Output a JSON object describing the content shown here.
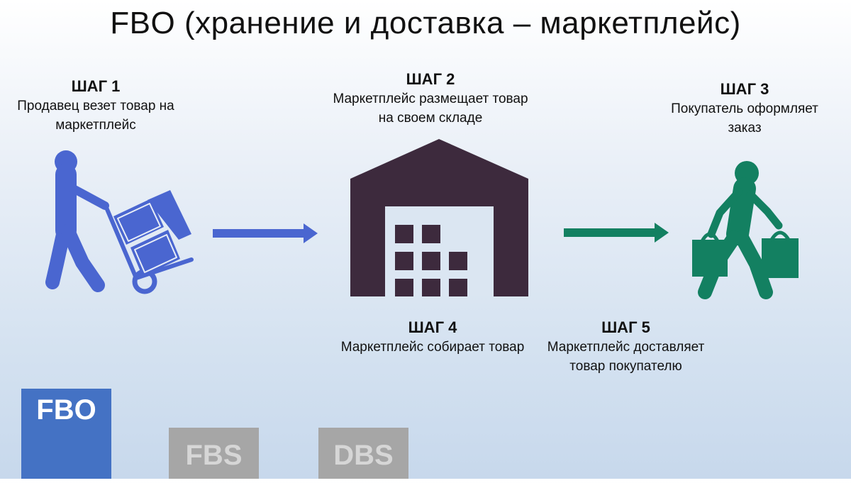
{
  "title": "FBO (хранение и доставка – маркетплейс)",
  "steps": [
    {
      "head": "ШАГ 1",
      "desc": "Продавец везет товар на маркетплейс"
    },
    {
      "head": "ШАГ 2",
      "desc": "Маркетплейс размещает товар на своем складе"
    },
    {
      "head": "ШАГ 3",
      "desc": "Покупатель оформляет заказ"
    },
    {
      "head": "ШАГ 4",
      "desc": "Маркетплейс собирает товар"
    },
    {
      "head": "ШАГ 5",
      "desc": "Маркетплейс доставляет товар покупателю"
    }
  ],
  "tabs": {
    "fbo": "FBO",
    "fbs": "FBS",
    "dbs": "DBS"
  },
  "icons": {
    "seller": "person-with-hand-truck-icon",
    "warehouse": "warehouse-icon",
    "buyer": "person-with-shopping-bags-icon",
    "arrow1": "arrow-right-icon",
    "arrow2": "arrow-right-icon"
  },
  "colors": {
    "seller": "#4a66d0",
    "warehouse": "#3d2a3d",
    "buyer": "#138061",
    "arrow1": "#4a66d0",
    "arrow2": "#138061",
    "tab_active": "#4472c4",
    "tab_inactive": "#a6a6a6"
  }
}
